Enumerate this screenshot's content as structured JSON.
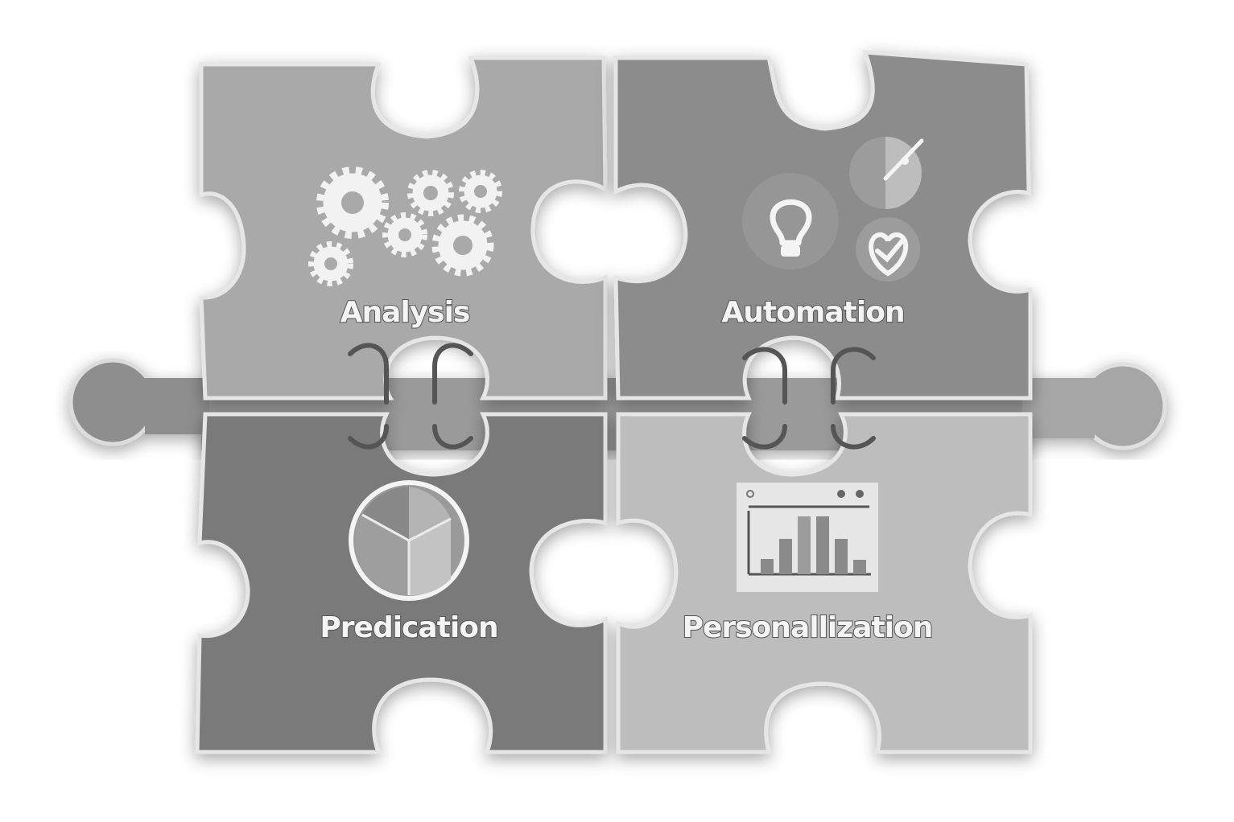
{
  "diagram": {
    "pieces": [
      {
        "id": "analysis",
        "label": "Analysis",
        "icon": "gears-icon",
        "color": "#a9a9a9"
      },
      {
        "id": "automation",
        "label": "Automation",
        "icon": "lightbulb-icon",
        "color": "#8c8c8c"
      },
      {
        "id": "predication",
        "label": "Predication",
        "icon": "pie-chart-icon",
        "color": "#7a7a7a"
      },
      {
        "id": "personalization",
        "label": "Personallization",
        "icon": "bar-chart-dashboard-icon",
        "color": "#bdbdbd"
      }
    ]
  }
}
